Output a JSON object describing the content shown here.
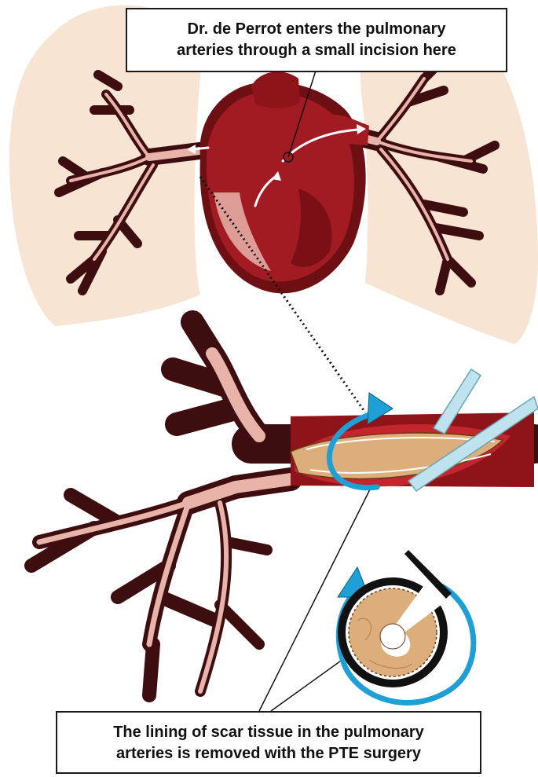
{
  "callouts": {
    "top": {
      "line1": "Dr. de Perrot enters the pulmonary",
      "line2": "arteries through a small incision here"
    },
    "bottom": {
      "line1": "The lining of scar tissue in the pulmonary",
      "line2": "arteries is removed with the PTE surgery"
    }
  },
  "colors": {
    "lung": "#f7e4d2",
    "artery_dark": "#3d0d0f",
    "artery_lumen": "#e8b4aa",
    "heart": "#a31b22",
    "heart_dark": "#6e0f14",
    "scar_tissue": "#dcae7c",
    "arrow_blue": "#1ea0d6",
    "instrument": "#bfe3ee"
  },
  "icons": [
    "lungs",
    "heart",
    "pulmonary-artery-tree",
    "blue-arrow",
    "surgical-instrument",
    "artery-cross-section"
  ]
}
